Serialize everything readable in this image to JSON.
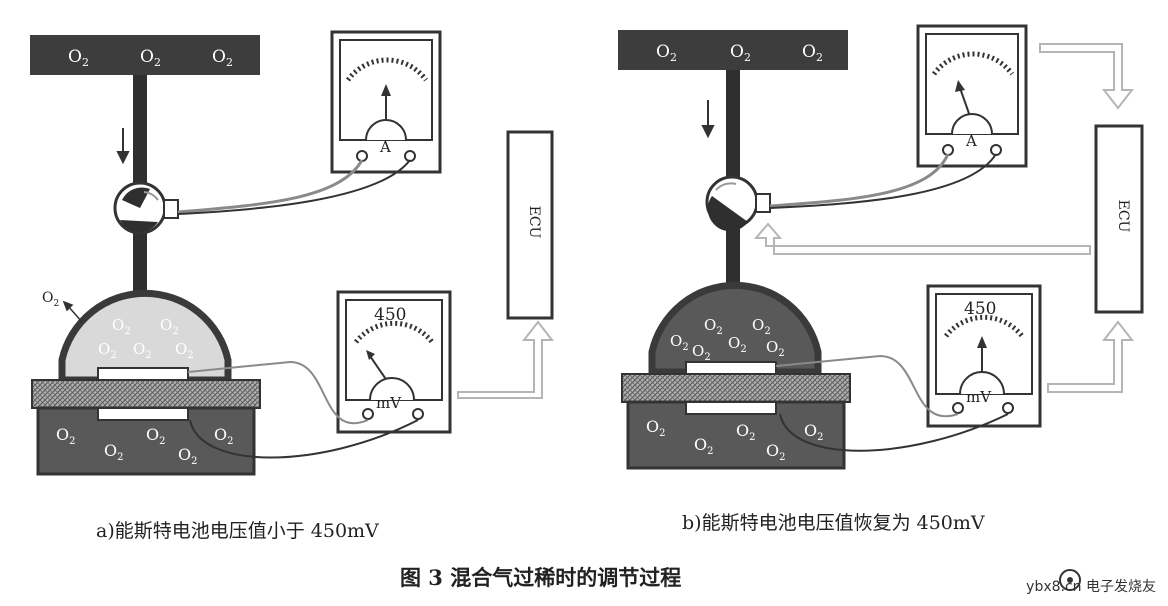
{
  "labels": {
    "o2": "O",
    "o2_sub": "2",
    "ammeter_unit": "A",
    "voltmeter_unit": "mV",
    "voltmeter_value": "450",
    "ecu": "ECU",
    "exhaust_o2": "O"
  },
  "captions": {
    "panel_a": "a)能斯特电池电压值小于 450mV",
    "panel_b": "b)能斯特电池电压值恢复为 450mV",
    "figure": "图 3    混合气过稀时的调节过程"
  },
  "watermark": {
    "site": "ybx8.cn",
    "logo_text": "电子发烧友"
  },
  "colors": {
    "dark": "#3a3a3a",
    "chamber_light": "#d9d9d9",
    "chamber_dark": "#595959",
    "hatch": "#9a9a9a",
    "arrow_outline": "#b5b5b5"
  }
}
